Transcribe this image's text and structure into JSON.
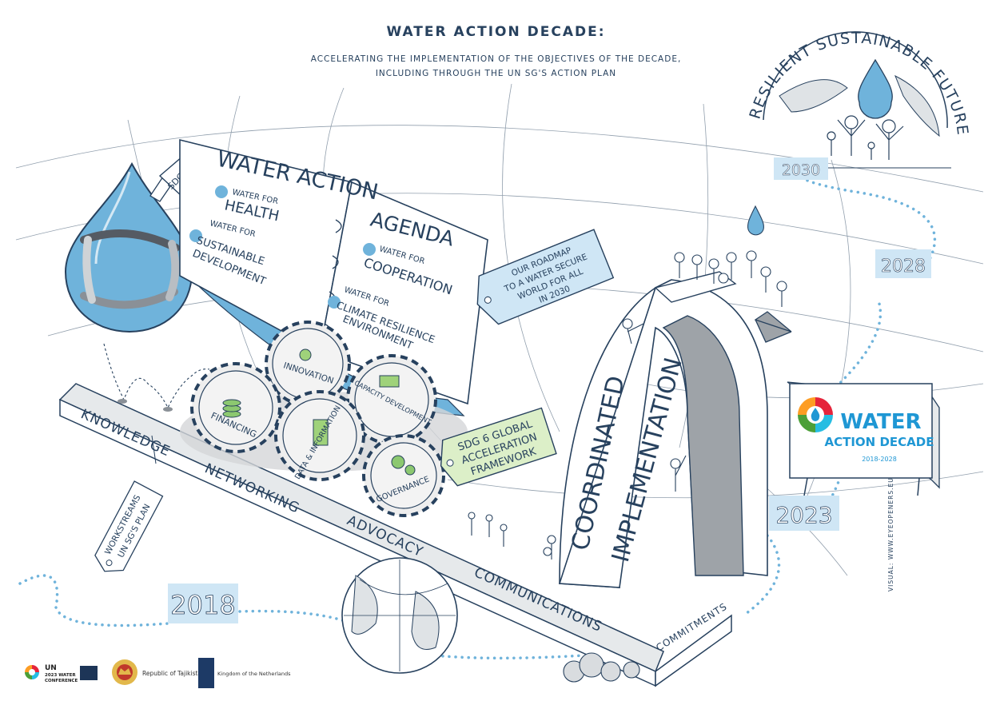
{
  "header": {
    "title": "WATER ACTION DECADE:",
    "subtitle_line1": "ACCELERATING THE IMPLEMENTATION OF THE OBJECTIVES OF THE DECADE,",
    "subtitle_line2": "INCLUDING THROUGH THE UN SG'S ACTION PLAN"
  },
  "future": {
    "label": "RESILIENT SUSTAINABLE FUTURE"
  },
  "years": [
    "2018",
    "2023",
    "2028",
    "2030"
  ],
  "book": {
    "tab": "SDG # 6",
    "title_left": "WATER ACTION",
    "title_right": "AGENDA",
    "items_left": [
      {
        "prefix": "WATER FOR",
        "main": "HEALTH"
      },
      {
        "prefix": "WATER FOR",
        "main": "SUSTAINABLE",
        "main2": "DEVELOPMENT"
      }
    ],
    "items_right": [
      {
        "prefix": "WATER FOR",
        "main": "COOPERATION"
      },
      {
        "prefix": "WATER FOR",
        "main": "CLIMATE RESILIENCE",
        "main2": "ENVIRONMENT"
      }
    ]
  },
  "roadmap": {
    "line1": "OUR ROADMAP",
    "line2": "TO A WATER SECURE",
    "line3": "WORLD FOR ALL",
    "line4": "IN 2030"
  },
  "gears": [
    "INNOVATION",
    "FINANCING",
    "CAPACITY DEVELOPMENT",
    "DATA & INFORMATION",
    "GOVERNANCE"
  ],
  "framework": {
    "line1": "SDG 6 GLOBAL",
    "line2": "ACCELERATION",
    "line3": "FRAMEWORK"
  },
  "plank": {
    "items": [
      "KNOWLEDGE",
      "NETWORKING",
      "ADVOCACY",
      "COMMUNICATIONS"
    ],
    "end_label": "COMMITMENTS"
  },
  "workstreams": {
    "line1": "WORKSTREAMS",
    "line2": "UN SG'S PLAN"
  },
  "arch": {
    "line1": "COORDINATED",
    "line2": "IMPLEMENTATION"
  },
  "billboard": {
    "line1": "WATER",
    "line2": "ACTION DECADE",
    "line3": "2018-2028"
  },
  "credit": "VISUAL: WWW.EYEOPENERS.EU",
  "logos": {
    "un_line1": "UN",
    "un_line2": "2023 WATER",
    "un_line3": "CONFERENCE",
    "tajikistan": "Republic of Tajikistan",
    "netherlands": "Kingdom of the Netherlands"
  },
  "colors": {
    "ink": "#27415e",
    "water_blue": "#6fb3db",
    "light_blue": "#cfe6f5",
    "green_tag": "#dcefc8",
    "gear_gray": "#e8e8e8",
    "arch_gray": "#9ea3a8"
  }
}
